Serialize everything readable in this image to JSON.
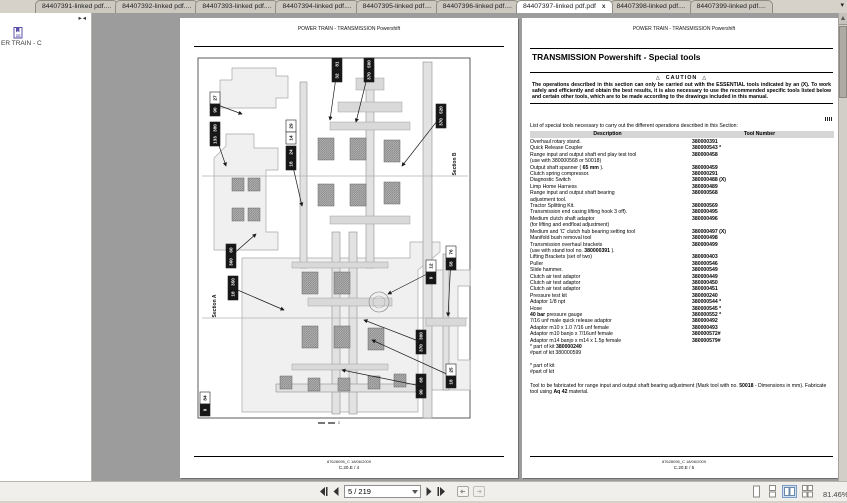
{
  "tabs": {
    "close_icon": "x",
    "overflow_icon": "▾",
    "items": [
      {
        "label": "84407391-linked pdf....",
        "active": false
      },
      {
        "label": "84407392-linked pdf....",
        "active": false
      },
      {
        "label": "84407393-linked pdf....",
        "active": false
      },
      {
        "label": "84407394-linked pdf....",
        "active": false
      },
      {
        "label": "84407395-linked pdf....",
        "active": false
      },
      {
        "label": "84407396-linked pdf....",
        "active": false
      },
      {
        "label": "84407397-linked pdf.pdf",
        "active": true
      },
      {
        "label": "84407398-linked pdf....",
        "active": false
      },
      {
        "label": "84407399-linked pdf....",
        "active": false
      }
    ]
  },
  "sidebar": {
    "expand_icon": "▸",
    "collapse_icon": "◂",
    "bookmark_label": "ER TRAIN - C"
  },
  "left_page": {
    "header": "POWER TRAIN - TRANSMISSION Powershift",
    "section_a": "Section A",
    "section_b": "Section B",
    "caption": "2",
    "footer_doc": "87628095_C 18/06/2009",
    "footer_page": "C.20.E / 4",
    "callouts": [
      {
        "a": "27",
        "b": "90"
      },
      {
        "a": "380",
        "b": "133"
      },
      {
        "a": "81",
        "b": "32"
      },
      {
        "a": "500",
        "b": "370"
      },
      {
        "a": "520",
        "b": "370"
      },
      {
        "a": "29",
        "b": "14"
      },
      {
        "a": "24",
        "b": "18"
      },
      {
        "a": "60",
        "b": "360"
      },
      {
        "a": "350",
        "b": "18"
      },
      {
        "a": "12",
        "b": "9"
      },
      {
        "a": "76",
        "b": "58"
      },
      {
        "a": "300",
        "b": "370"
      },
      {
        "a": "25",
        "b": "18"
      },
      {
        "a": "68",
        "b": "90"
      },
      {
        "a": "84",
        "b": "9"
      }
    ]
  },
  "right_page": {
    "header": "POWER TRAIN - TRANSMISSION Powershift",
    "title": "TRANSMISSION Powershift - Special tools",
    "caution": {
      "warn_icon": "△",
      "label": "CAUTION",
      "text": "The operations described in this section can only be carried out with the ESSENTIAL tools indicated by an (X). To work safely and efficiently and obtain the best results, it is also necessary to use the recommended specific tools listed below and certain other tools, which are to be made according to the drawings included in this manual."
    },
    "list_intro": "List of special tools necessary to carry out the different operations described in this Section:",
    "table": {
      "headers": {
        "description": "Description",
        "tool_number": "Tool Number"
      },
      "rows": [
        {
          "lines": [
            "Overhaul rotary stand."
          ],
          "num": "380000391"
        },
        {
          "lines": [
            "Quick Release Coupler"
          ],
          "num": "380000543 *"
        },
        {
          "lines": [
            "Range input and output shaft end play test tool",
            "(use with 380000568 or 50018)"
          ],
          "num": "380000458"
        },
        {
          "lines": [
            "Output shaft spanner ( **65 mm** )."
          ],
          "num": "380000459"
        },
        {
          "lines": [
            "Clutch spring compressor."
          ],
          "num": "380000291"
        },
        {
          "lines": [
            "Diagnostic Switch"
          ],
          "num": "380000488 (X)"
        },
        {
          "lines": [
            "Limp Home Harness"
          ],
          "num": "380000489"
        },
        {
          "lines": [
            "Range input and output shaft bearing",
            "adjustment tool."
          ],
          "num": "380000568"
        },
        {
          "lines": [
            "Tractor Splitting Kit."
          ],
          "num": "380000569"
        },
        {
          "lines": [
            "Transmission end casing lifting hook 3 off)."
          ],
          "num": "380000495"
        },
        {
          "lines": [
            "Medium clutch shaft adaptor",
            "(for lifting and endfloat adjustment)"
          ],
          "num": "380000496"
        },
        {
          "lines": [
            "Medium and 'C' clutch hub bearing setting tool"
          ],
          "num": "380000497 (X)"
        },
        {
          "lines": [
            "Manifold bush removal tool"
          ],
          "num": "380000498"
        },
        {
          "lines": [
            "Transmission overhaul brackets",
            "(use with stand tool no. **380000391** )."
          ],
          "num": "380000499"
        },
        {
          "lines": [
            "Lifting Brackets (set of two)"
          ],
          "num": "380000403"
        },
        {
          "lines": [
            "Puller"
          ],
          "num": "380000546"
        },
        {
          "lines": [
            "Slide hammer."
          ],
          "num": "380000549"
        },
        {
          "lines": [
            "Clutch air test adaptor"
          ],
          "num": "380000449"
        },
        {
          "lines": [
            "Clutch air test adaptor"
          ],
          "num": "380000450"
        },
        {
          "lines": [
            "Clutch air test adaptor"
          ],
          "num": "380000451"
        },
        {
          "lines": [
            "Pressure test kit"
          ],
          "num": "380000240"
        },
        {
          "lines": [
            "Adaptor 1/8 npt"
          ],
          "num": "380000544 *"
        },
        {
          "lines": [
            "Hose"
          ],
          "num": "380000545 *"
        },
        {
          "lines": [
            "**40 bar** pressure gauge"
          ],
          "num": "380000552 *"
        },
        {
          "lines": [
            "7/16 unf male quick release adaptor"
          ],
          "num": "380000492"
        },
        {
          "lines": [
            "Adaptor m10 x 1.0 7/16 unf female"
          ],
          "num": "380000493"
        },
        {
          "lines": [
            "Adaptor m10 banjo x 7/16unf female"
          ],
          "num": "380000572#"
        },
        {
          "lines": [
            "Adaptor m14 banjo x m14 x 1.5p female"
          ],
          "num": "380000579#"
        },
        {
          "lines": [
            "* part of kit **380000240**"
          ],
          "num": ""
        },
        {
          "lines": [
            "#part of kit 380000599"
          ],
          "num": ""
        }
      ]
    },
    "footnotes": [
      "* part of kit",
      "#part of kit"
    ],
    "fabricate_note": "Tool to be fabricated for range input and output shaft bearing adjustment (Mark tool with no. **50018** - Dimensions in mm).  Fabricate tool using **Aq 42** material.",
    "footer_doc": "87628095_C 18/06/2009",
    "footer_page": "C.20.E / 5"
  },
  "bottom_bar": {
    "page_field": "5 / 219",
    "zoom_level": "81.46%"
  }
}
